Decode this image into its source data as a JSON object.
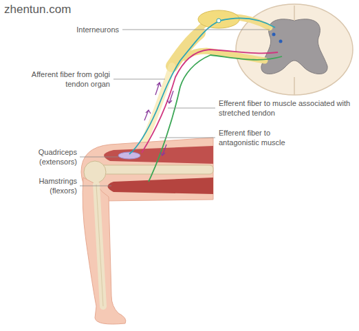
{
  "diagram": {
    "labels": [
      "zhentun.com",
      "Interneurons",
      "Afferent fiber from golgi tendon organ",
      "Efferent fiber to muscle associated with stretched tendon",
      "Efferent fiber to antagonistic muscle",
      "Quadriceps (extensors)",
      "Hamstrings (flexors)"
    ]
  }
}
